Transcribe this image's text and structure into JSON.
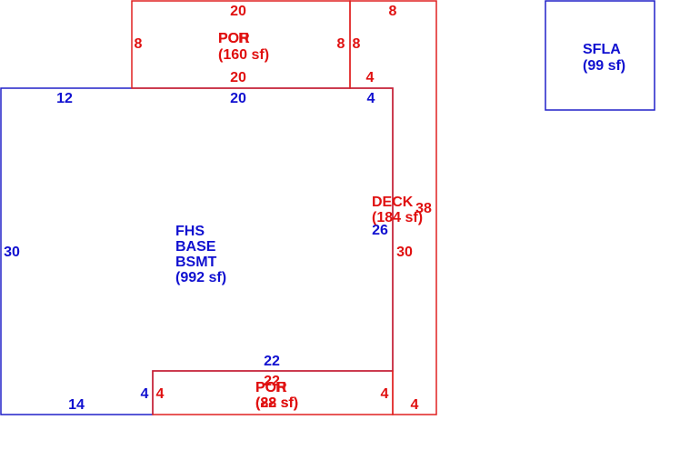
{
  "colors": {
    "living_area": "#1010d0",
    "exterior_area": "#e01010"
  },
  "areas": {
    "fhs_base_bsmt": {
      "line1": "FHS",
      "line2": "BASE",
      "line3": "BSMT",
      "area": "(992 sf)",
      "dims": {
        "top_left": "12",
        "top_mid": "20",
        "top_right": "4",
        "left": "30",
        "right": "26",
        "bottom_left": "14",
        "notch_vertical": "4",
        "notch_top": "22"
      }
    },
    "sfla": {
      "label": "SFLA",
      "area": "(99 sf)"
    },
    "porch_top": {
      "label_a": "PCH",
      "label_b": "POR",
      "area": "(160 sf)",
      "dims": {
        "top": "20",
        "bottom": "20",
        "left": "8",
        "right": "8"
      }
    },
    "deck": {
      "label": "DECK",
      "area": "(184 sf)",
      "dims": {
        "top": "8",
        "left": "8",
        "step": "4",
        "right": "38",
        "inner": "30",
        "bottom": "4"
      }
    },
    "porch_bottom": {
      "label_a": "PCH",
      "label_b": "POR",
      "area_a": "(88 sf)",
      "area_b": "(22 sf)",
      "dims": {
        "top": "22",
        "left": "4",
        "right": "4"
      }
    }
  }
}
